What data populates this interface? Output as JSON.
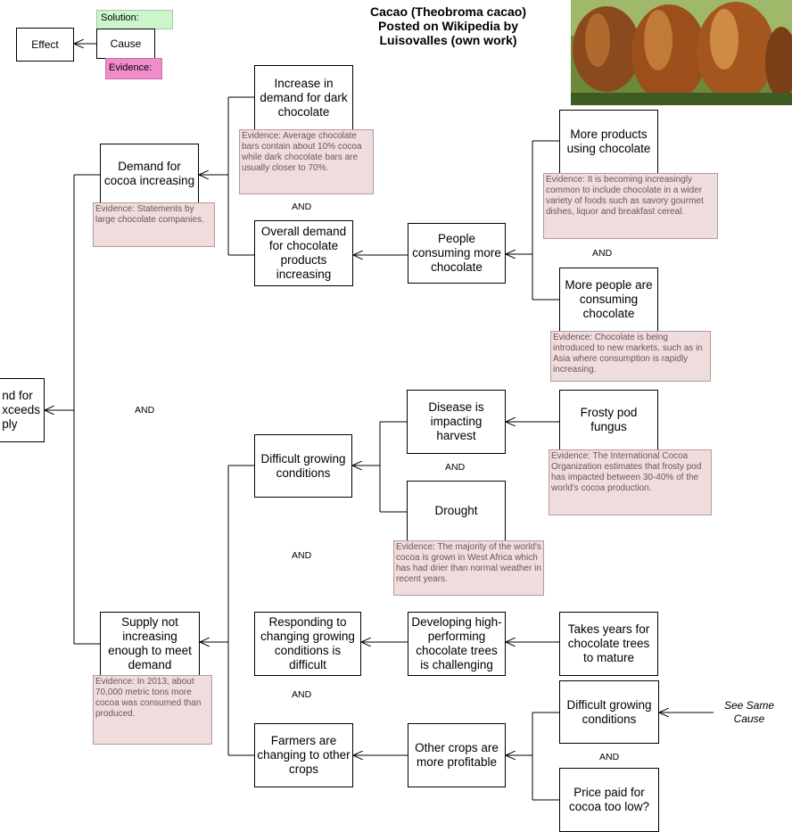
{
  "title": {
    "line1": "Cacao (Theobroma cacao)",
    "line2": "Posted on Wikipedia by",
    "line3": "Luisovalles (own work)"
  },
  "legend": {
    "solution": "Solution:",
    "evidence": "Evidence:",
    "effect": "Effect",
    "cause": "Cause"
  },
  "nodes": {
    "root": "nd for\nxceeds\nply",
    "demand_increasing": "Demand for cocoa increasing",
    "increase_dark": "Increase in demand for dark chocolate",
    "overall_demand": "Overall demand for chocolate products increasing",
    "people_consuming": "People consuming more chocolate",
    "more_products": "More products using chocolate",
    "more_people": "More people are consuming chocolate",
    "difficult_growing": "Difficult growing conditions",
    "disease": "Disease is impacting harvest",
    "frosty": "Frosty pod fungus",
    "drought": "Drought",
    "supply_not": "Supply not increasing enough to meet demand",
    "responding": "Responding to changing growing conditions is difficult",
    "developing": "Developing high-performing chocolate trees is challenging",
    "takes_years": "Takes years for chocolate trees to mature",
    "farmers": "Farmers are changing to other crops",
    "other_crops": "Other crops are more profitable",
    "difficult_growing_2": "Difficult growing conditions",
    "price_low": "Price paid for cocoa too low?"
  },
  "evidence": {
    "dark": "Evidence: Average chocolate bars contain about 10% cocoa while dark chocolate bars are usually closer to 70%.",
    "demand": "Evidence: Statements by large chocolate companies.",
    "products": "Evidence: It is becoming increasingly common to include chocolate in a wider variety of foods such as savory gourmet dishes, liquor and breakfast cereal.",
    "people": "Evidence: Chocolate is being introduced to new markets, such as in Asia where consumption is rapidly increasing.",
    "frosty": "Evidence: The International Cocoa Organization estimates that frosty pod has impacted between 30-40% of the world's cocoa production.",
    "drought": "Evidence: The majority of the world's cocoa is grown in West Africa which has had drier than normal weather in recent years.",
    "supply": "Evidence: In 2013, about 70,000 metric tons more cocoa was consumed than produced."
  },
  "and_label": "AND",
  "see_same": "See Same Cause",
  "colors": {
    "solution_fill": "#ccf5cc",
    "evidence_fill": "#f08ccc",
    "evidence_box": "#efdcdc",
    "photo_green": "#5a7a2a",
    "photo_pod": "#b5651d"
  },
  "photo": {
    "subject": "cacao-pods-photo"
  }
}
